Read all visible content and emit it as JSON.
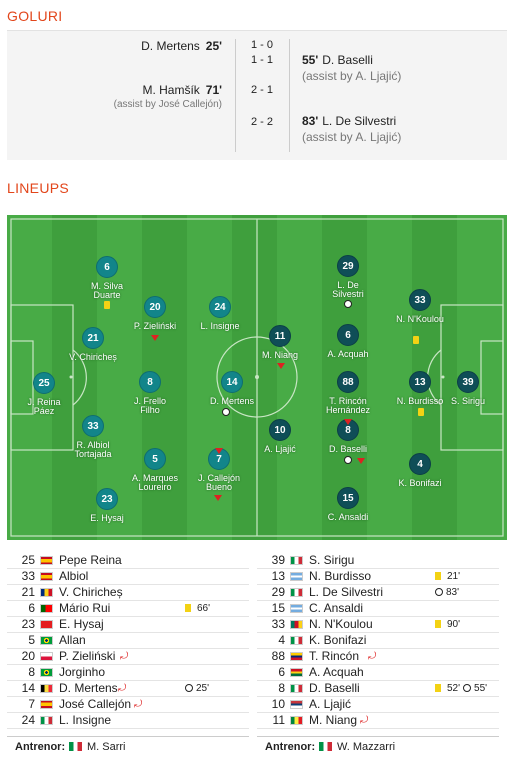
{
  "sections": {
    "goals_title": "GOLURI",
    "lineups_title": "LINEUPS"
  },
  "goals": {
    "home": [
      {
        "player": "D. Mertens",
        "minute": "25'",
        "assist": ""
      },
      {
        "player": "M. Hamšík",
        "minute": "71'",
        "assist": "(assist by José Callejón)"
      }
    ],
    "scores": [
      "1 - 0",
      "1 - 1",
      "2 - 1",
      "2 - 2"
    ],
    "away": [
      {
        "player": "D. Baselli",
        "minute": "55'",
        "assist": "(assist by A. Ljajić)"
      },
      {
        "player": "L. De Silvestri",
        "minute": "83'",
        "assist": "(assist by A. Ljajić)"
      }
    ]
  },
  "pitch_players": {
    "home": [
      {
        "num": "25",
        "name1": "J. Reina",
        "name2": "Páez"
      },
      {
        "num": "6",
        "name1": "M. Silva",
        "name2": "Duarte"
      },
      {
        "num": "21",
        "name1": "V. Chiricheș",
        "name2": ""
      },
      {
        "num": "33",
        "name1": "R. Albiol",
        "name2": "Tortajada"
      },
      {
        "num": "23",
        "name1": "E. Hysaj",
        "name2": ""
      },
      {
        "num": "20",
        "name1": "P. Zieliński",
        "name2": ""
      },
      {
        "num": "8",
        "name1": "J. Frello",
        "name2": "Filho"
      },
      {
        "num": "5",
        "name1": "A. Marques",
        "name2": "Loureiro"
      },
      {
        "num": "24",
        "name1": "L. Insigne",
        "name2": ""
      },
      {
        "num": "14",
        "name1": "D. Mertens",
        "name2": ""
      },
      {
        "num": "7",
        "name1": "J. Callejón",
        "name2": "Bueno"
      }
    ],
    "away": [
      {
        "num": "29",
        "name1": "L. De",
        "name2": "Silvestri"
      },
      {
        "num": "6",
        "name1": "A. Acquah",
        "name2": ""
      },
      {
        "num": "88",
        "name1": "T. Rincón",
        "name2": "Hernández"
      },
      {
        "num": "8",
        "name1": "D. Baselli",
        "name2": ""
      },
      {
        "num": "15",
        "name1": "C. Ansaldi",
        "name2": ""
      },
      {
        "num": "11",
        "name1": "M. Niang",
        "name2": ""
      },
      {
        "num": "10",
        "name1": "A. Ljajić",
        "name2": ""
      },
      {
        "num": "33",
        "name1": "N. N'Koulou",
        "name2": ""
      },
      {
        "num": "13",
        "name1": "N. Burdisso",
        "name2": ""
      },
      {
        "num": "4",
        "name1": "K. Bonifazi",
        "name2": ""
      },
      {
        "num": "39",
        "name1": "S. Sirigu",
        "name2": ""
      }
    ]
  },
  "home_list": [
    {
      "num": "25",
      "name": "Pepe Reina",
      "flag": "spain"
    },
    {
      "num": "33",
      "name": "Albiol",
      "flag": "spain"
    },
    {
      "num": "21",
      "name": "V. Chiricheș",
      "flag": "romania"
    },
    {
      "num": "6",
      "name": "Mário Rui",
      "flag": "portugal",
      "event": "66'"
    },
    {
      "num": "23",
      "name": "E. Hysaj",
      "flag": "albania"
    },
    {
      "num": "5",
      "name": "Allan",
      "flag": "brazil"
    },
    {
      "num": "20",
      "name": "P. Zieliński",
      "flag": "poland"
    },
    {
      "num": "8",
      "name": "Jorginho",
      "flag": "brazil"
    },
    {
      "num": "14",
      "name": "D. Mertens",
      "flag": "belgium",
      "event": "25'"
    },
    {
      "num": "7",
      "name": "José Callejón",
      "flag": "spain"
    },
    {
      "num": "24",
      "name": "L. Insigne",
      "flag": "italy"
    }
  ],
  "away_list": [
    {
      "num": "39",
      "name": "S. Sirigu",
      "flag": "italy"
    },
    {
      "num": "13",
      "name": "N. Burdisso",
      "flag": "argentina",
      "event": "21'"
    },
    {
      "num": "29",
      "name": "L. De Silvestri",
      "flag": "italy",
      "event": "83'"
    },
    {
      "num": "15",
      "name": "C. Ansaldi",
      "flag": "argentina"
    },
    {
      "num": "33",
      "name": "N. N'Koulou",
      "flag": "cameroon",
      "event": "90'"
    },
    {
      "num": "4",
      "name": "K. Bonifazi",
      "flag": "italy"
    },
    {
      "num": "88",
      "name": "T. Rincón",
      "flag": "venezuela"
    },
    {
      "num": "6",
      "name": "A. Acquah",
      "flag": "ghana"
    },
    {
      "num": "8",
      "name": "D. Baselli",
      "flag": "italy",
      "event": "52'",
      "event2": "55'"
    },
    {
      "num": "10",
      "name": "A. Ljajić",
      "flag": "serbia"
    },
    {
      "num": "11",
      "name": "M. Niang",
      "flag": "senegal"
    }
  ],
  "coaches": {
    "label": "Antrenor:",
    "home": "M. Sarri",
    "away": "W. Mazzarri"
  },
  "colors": {
    "accent": "#e2461b",
    "pitch_dark": "#3a9b3a",
    "pitch_light": "#48ab46",
    "home_circle": "#12858a",
    "away_circle": "#0f4e57"
  }
}
